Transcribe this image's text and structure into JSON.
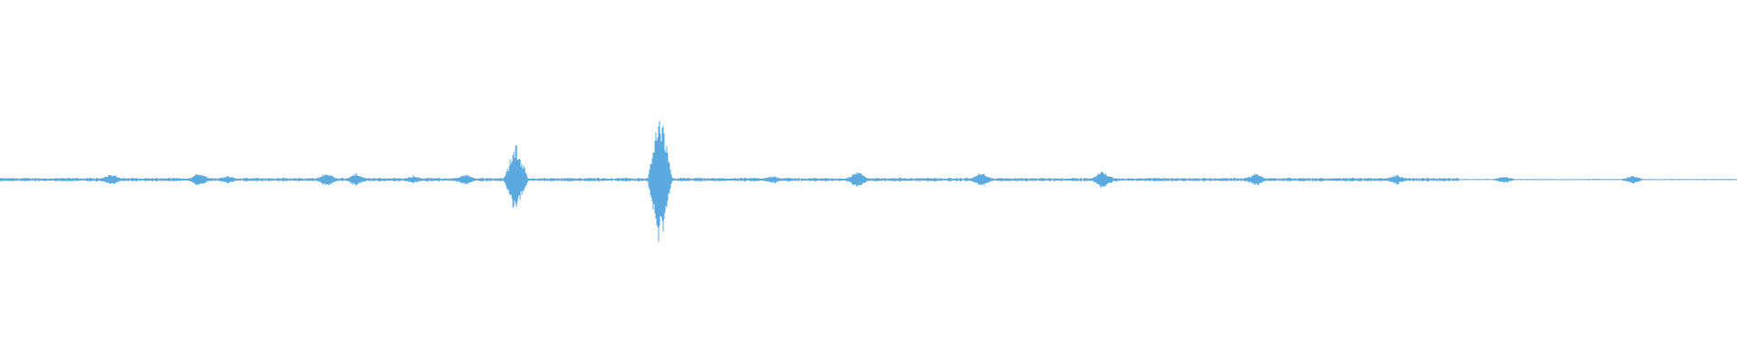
{
  "waveform": {
    "color": "#5aa9df",
    "background": "#ffffff",
    "baseline_amplitude": 0.018,
    "tail_amplitude": 0.006,
    "tail_start_fraction": 0.84,
    "end_fraction": 0.8167,
    "peaks": [
      {
        "at": 0.064,
        "amplitude": 0.09
      },
      {
        "at": 0.115,
        "amplitude": 0.1
      },
      {
        "at": 0.131,
        "amplitude": 0.06
      },
      {
        "at": 0.188,
        "amplitude": 0.1
      },
      {
        "at": 0.205,
        "amplitude": 0.09
      },
      {
        "at": 0.238,
        "amplitude": 0.06
      },
      {
        "at": 0.268,
        "amplitude": 0.08
      },
      {
        "at": 0.297,
        "amplitude": 0.52
      },
      {
        "at": 0.38,
        "amplitude": 0.95
      },
      {
        "at": 0.445,
        "amplitude": 0.06
      },
      {
        "at": 0.494,
        "amplitude": 0.13
      },
      {
        "at": 0.565,
        "amplitude": 0.1
      },
      {
        "at": 0.635,
        "amplitude": 0.13
      },
      {
        "at": 0.723,
        "amplitude": 0.09
      },
      {
        "at": 0.804,
        "amplitude": 0.07
      },
      {
        "at": 0.866,
        "amplitude": 0.05
      },
      {
        "at": 0.94,
        "amplitude": 0.06
      }
    ]
  }
}
